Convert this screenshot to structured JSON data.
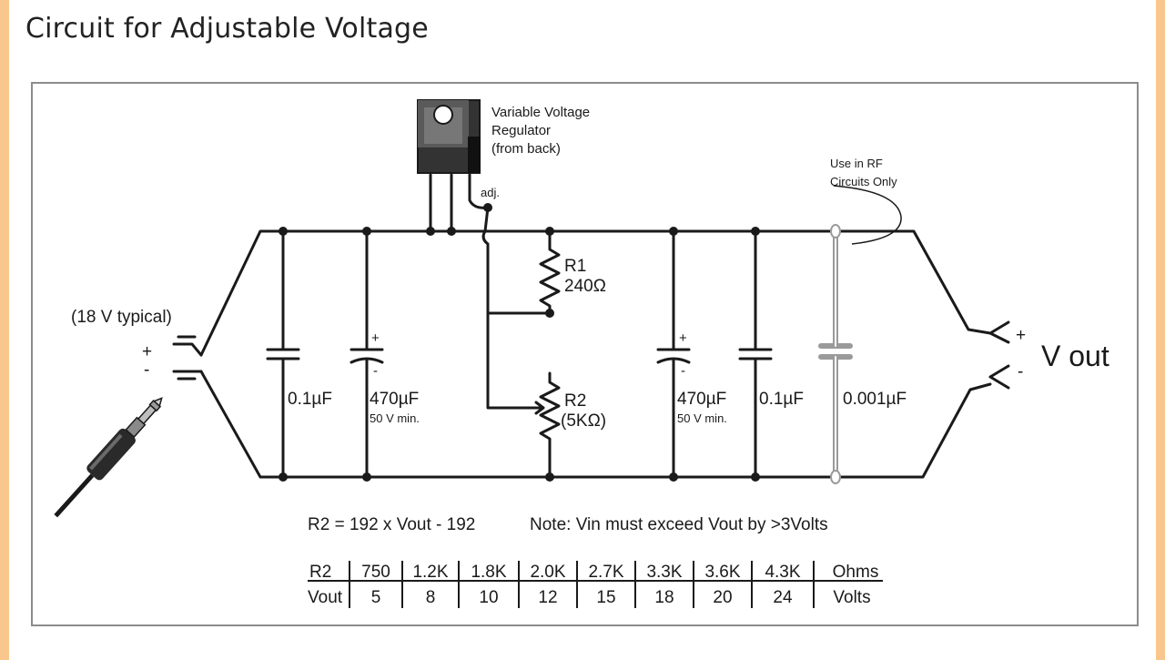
{
  "page": {
    "title": "Circuit for Adjustable Voltage"
  },
  "diagram": {
    "regulator_label": [
      "Variable Voltage",
      "Regulator",
      "(from back)"
    ],
    "adj_label": "adj.",
    "rf_note": [
      "Use in RF",
      "Circuits Only"
    ],
    "input_label": "(18 V typical)",
    "input_plus": "+",
    "input_minus": "-",
    "components": {
      "c1": "0.1µF",
      "c2": "470µF",
      "c2_rating": "50 V min.",
      "r1_name": "R1",
      "r1_value": "240Ω",
      "r2_name": "R2",
      "r2_value": "(5KΩ)",
      "c3": "470µF",
      "c3_rating": "50 V min.",
      "c4": "0.1µF",
      "c5": "0.001µF"
    },
    "cap_plus": "+",
    "cap_minus": "-",
    "output_plus": "+",
    "output_minus": "-",
    "output_label": "V out",
    "formula": "R2 = 192 x Vout - 192",
    "note": "Note: Vin must exceed Vout by >3Volts",
    "table": {
      "r2_header": "R2",
      "vout_header": "Vout",
      "r2_values": [
        "750",
        "1.2K",
        "1.8K",
        "2.0K",
        "2.7K",
        "3.3K",
        "3.6K",
        "4.3K"
      ],
      "vout_values": [
        "5",
        "8",
        "10",
        "12",
        "15",
        "18",
        "20",
        "24"
      ],
      "r2_unit": "Ohms",
      "vout_unit": "Volts"
    }
  }
}
